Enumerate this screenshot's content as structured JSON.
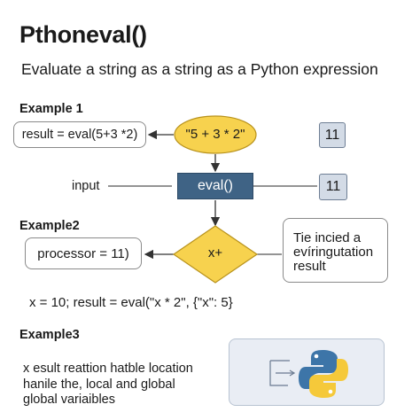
{
  "title": "Pthoneval()",
  "subtitle": "Evaluate a string as a string as a Python expression",
  "example1": {
    "heading": "Example 1",
    "result_label": "result = eval(5+3 *2)",
    "expression": "\"5 + 3 * 2\"",
    "output_top": "11",
    "input_label": "input",
    "eval_label": "eval()",
    "output_right": "11"
  },
  "example2": {
    "heading": "Example2",
    "processor_label": "processor = 11)",
    "decision_label": "x+",
    "note": "Tie incied a evíringutation result",
    "code_line": "x = 10; result = eval(\"x * 2\", {\"x\": 5}"
  },
  "example3": {
    "heading": "Example3",
    "description": "x esult reattion hatble location hanile the,  local and global global variaibles"
  },
  "colors": {
    "oval_fill": "#f7d24e",
    "diamond_fill": "#f7d24e",
    "eval_fill": "#3f6385",
    "output_fill": "#d3dbe6",
    "python_blue": "#3d75a8",
    "python_yellow": "#f5c93a"
  },
  "icons": [
    "python-logo-icon",
    "arrow-right-icon"
  ]
}
